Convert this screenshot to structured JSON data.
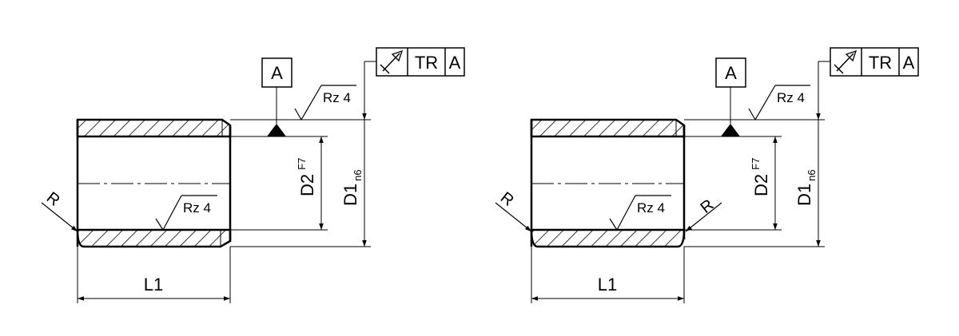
{
  "parts": [
    {
      "datum_label": "A",
      "frame": {
        "tolerance": "TR",
        "datum": "A"
      },
      "roughness_outer": "Rz 4",
      "roughness_bore": "Rz 4",
      "radius_labels": [
        "R"
      ],
      "dim_bore": {
        "main": "D2",
        "tol": "F7"
      },
      "dim_outer": {
        "main": "D1",
        "tol": "n6"
      },
      "dim_length": "L1"
    },
    {
      "datum_label": "A",
      "frame": {
        "tolerance": "TR",
        "datum": "A"
      },
      "roughness_outer": "Rz 4",
      "roughness_bore": "Rz 4",
      "radius_labels": [
        "R",
        "R"
      ],
      "dim_bore": {
        "main": "D2",
        "tol": "F7"
      },
      "dim_outer": {
        "main": "D1",
        "tol": "n6"
      },
      "dim_length": "L1"
    }
  ]
}
